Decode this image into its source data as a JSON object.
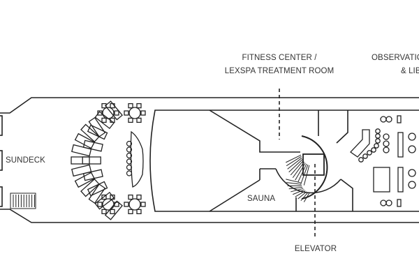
{
  "labels": {
    "sundeck": "SUNDECK",
    "fitness_line1": "FITNESS CENTER /",
    "fitness_line2": "LEXSPA TREATMENT ROOM",
    "observation_line1": "OBSERVATION LOUNGE",
    "observation_line2": "& LIBRARY",
    "sauna": "SAUNA",
    "elevator": "ELEVATOR"
  },
  "colors": {
    "line": "#222222",
    "text": "#333333"
  }
}
